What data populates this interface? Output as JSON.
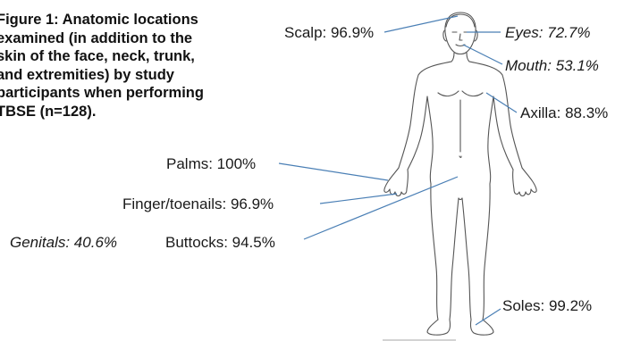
{
  "caption": {
    "lines": [
      "Figure 1: Anatomic locations",
      "examined (in addition to the",
      "skin of the face, neck, trunk,",
      "and extremities) by study",
      "participants when performing",
      "TBSE (n=128)."
    ]
  },
  "labels": {
    "scalp": "Scalp: 96.9%",
    "eyes": "Eyes: 72.7%",
    "mouth": "Mouth: 53.1%",
    "axilla": "Axilla: 88.3%",
    "palms": "Palms: 100%",
    "nails": "Finger/toenails: 96.9%",
    "genitals": "Genitals: 40.6%",
    "buttocks": "Buttocks: 94.5%",
    "soles": "Soles: 99.2%"
  },
  "colors": {
    "leader_line": "#4a7fb5",
    "outline": "#555555"
  }
}
